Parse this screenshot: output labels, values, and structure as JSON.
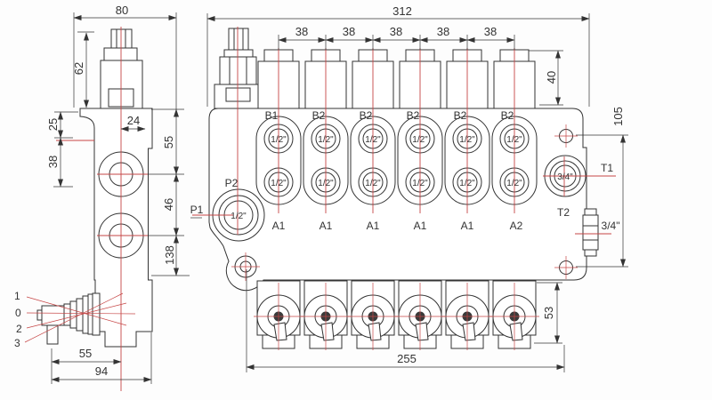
{
  "drawing": {
    "kind": "technical-dimensional-drawing",
    "subject": "6-section monoblock hydraulic directional control valve",
    "units": "mm",
    "line_color": "#333333",
    "centerline_color": "#c64545",
    "background_color": "#fdfdfd"
  },
  "side_view": {
    "dim_width": "80",
    "dim_relief_height": "62",
    "dim_step": "25",
    "dim_upper": "38",
    "dim_center_to_edge": "24",
    "dim_top_to_port1": "55",
    "dim_port_spacing": "46",
    "dim_port2_to_base": "138",
    "dim_lever_offset": "55",
    "dim_base_width": "94",
    "lever_positions": [
      "1",
      "0",
      "2",
      "3"
    ]
  },
  "front_view": {
    "dim_overall_width": "312",
    "dim_section_pitch": [
      "38",
      "38",
      "38",
      "38",
      "38"
    ],
    "dim_cap_height": "40",
    "dim_mount_spacing_vertical": "105",
    "work_ports_top": [
      "B1",
      "B2",
      "B2",
      "B2",
      "B2",
      "B2"
    ],
    "work_ports_bottom": [
      "A1",
      "A1",
      "A1",
      "A1",
      "A1",
      "A2"
    ],
    "work_port_size": "1/2\"",
    "tank_port_size": "3/4\"",
    "side_plug_size": "3/4\"",
    "label_p1": "P1",
    "label_p2": "P2",
    "label_t1": "T1",
    "label_t2": "T2"
  },
  "bottom_view": {
    "dim_height": "53",
    "dim_mount_spacing_horizontal": "255"
  }
}
